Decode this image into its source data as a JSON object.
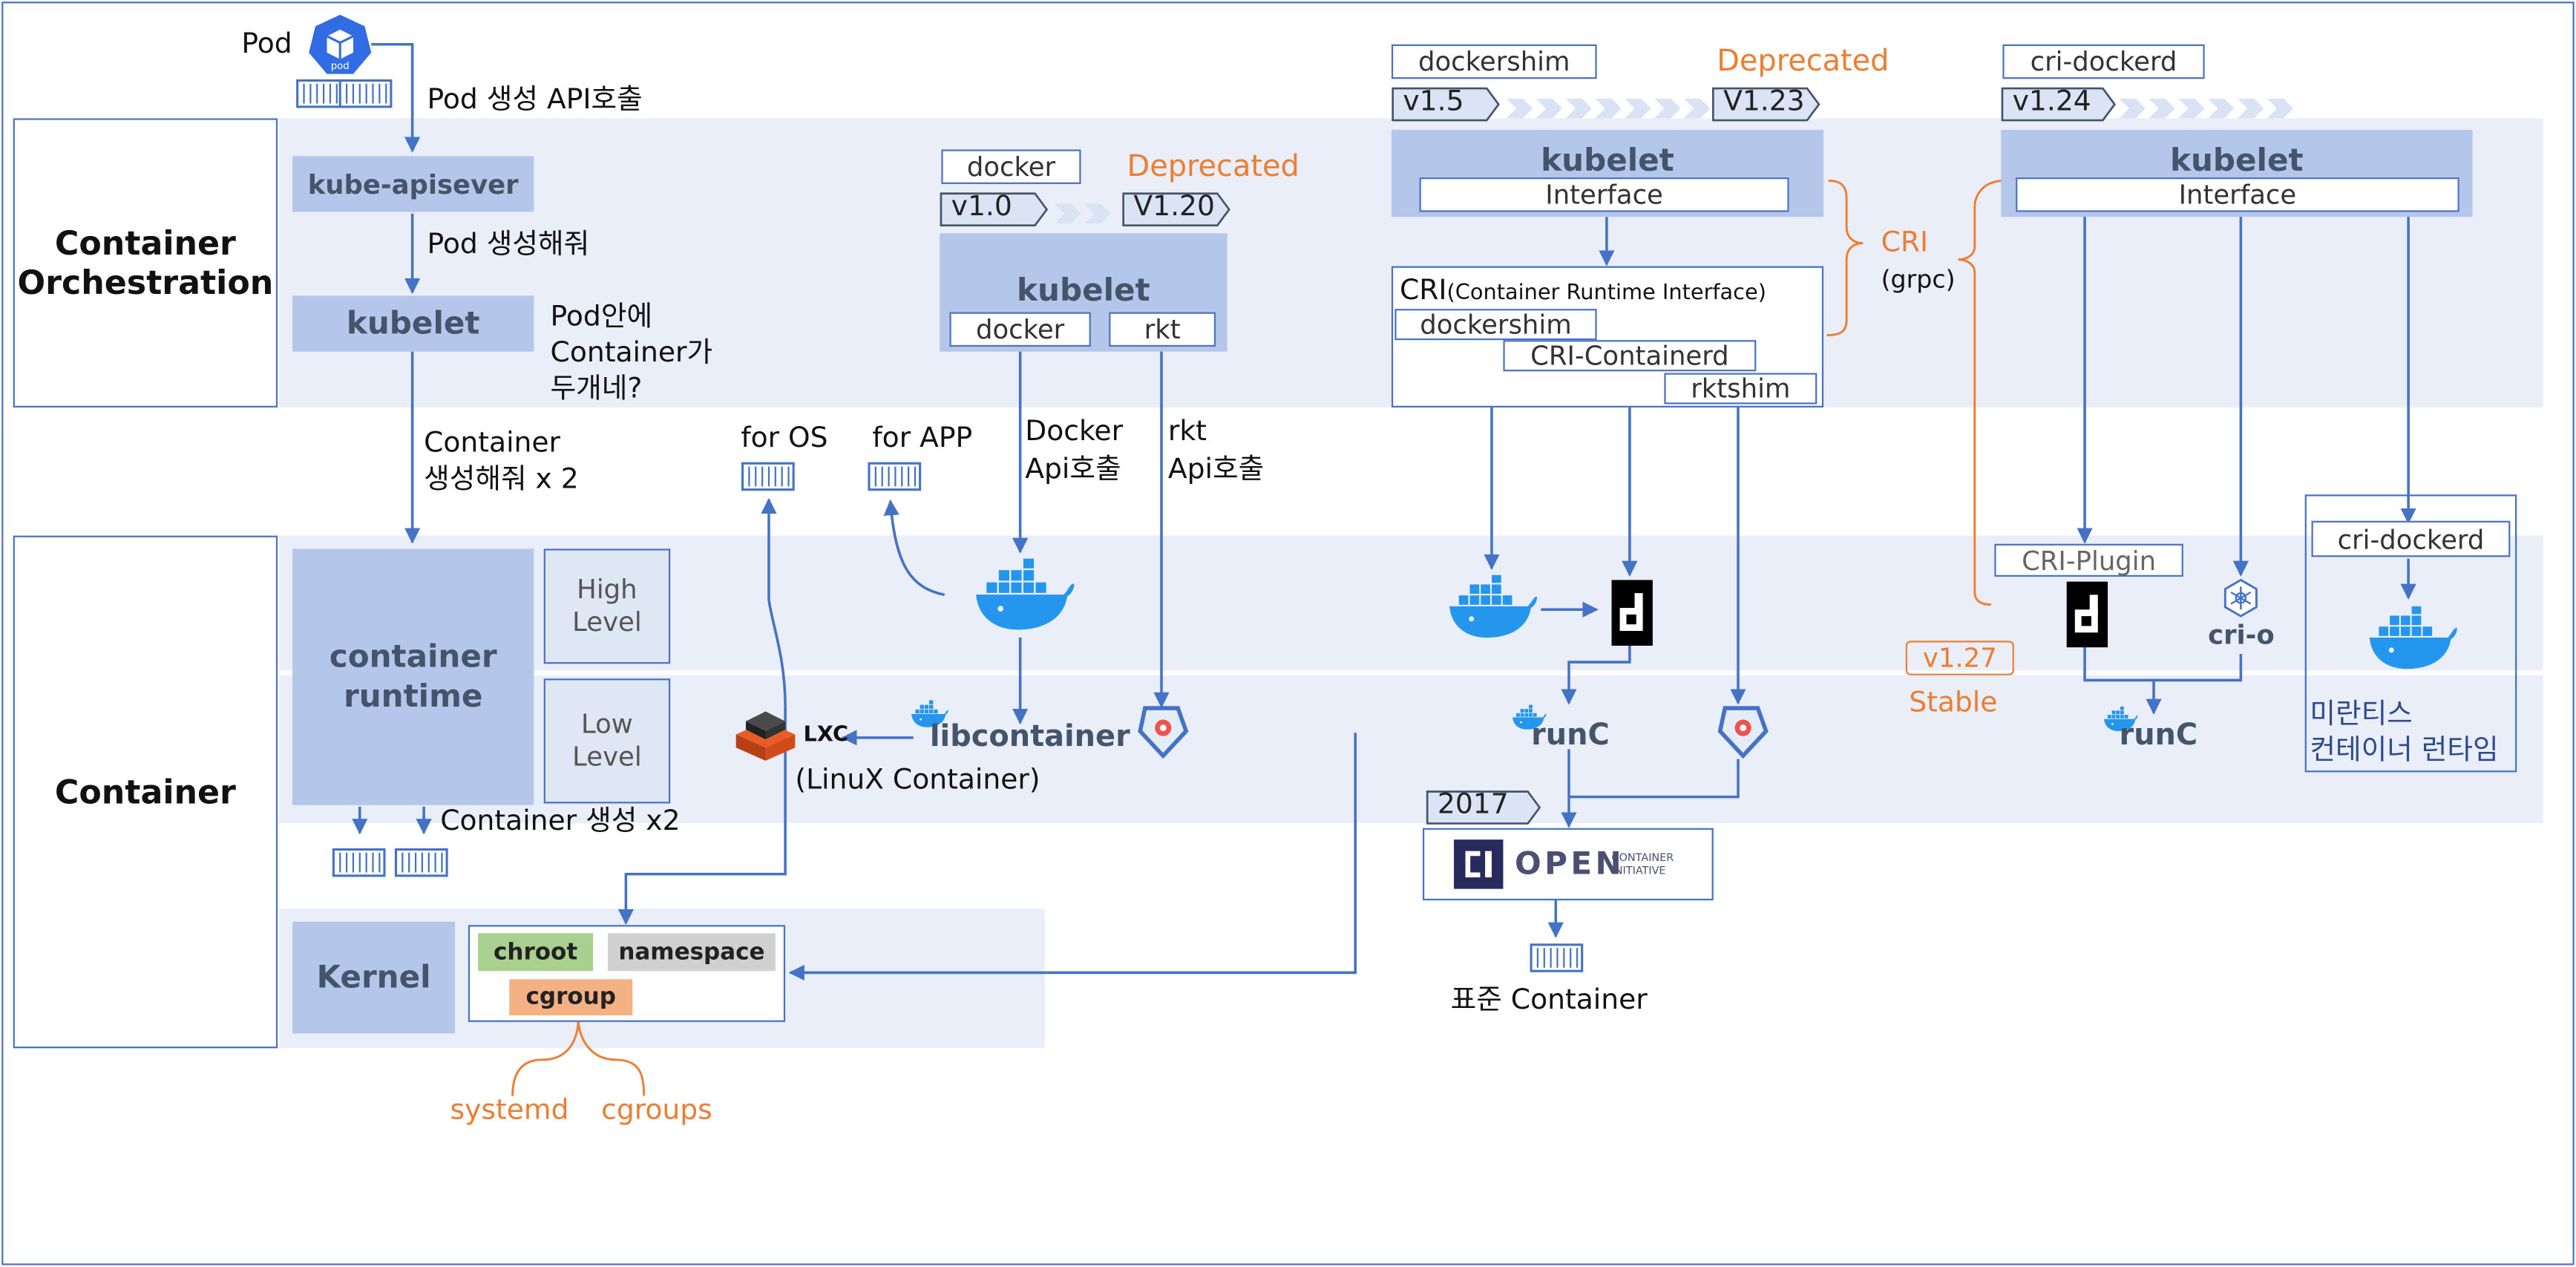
{
  "sections": {
    "orchestration": "Container\nOrchestration",
    "container": "Container"
  },
  "pod": {
    "label": "Pod",
    "icon_text": "pod",
    "api_call": "Pod 생성 API호출",
    "make_pod": "Pod 생성해줘",
    "question": "Pod안에\nContainer가\n두개네?",
    "make_container": "Container\n생성해줘 x 2"
  },
  "left": {
    "apiserver": "kube-apisever",
    "kubelet": "kubelet",
    "runtime": "container\nruntime",
    "high": "High\nLevel",
    "low": "Low\nLevel",
    "create_x2": "Container 생성 x2",
    "kernel": "Kernel",
    "chroot": "chroot",
    "namespace": "namespace",
    "cgroup": "cgroup",
    "systemd": "systemd",
    "cgroups": "cgroups"
  },
  "docker_era": {
    "name": "docker",
    "deprecated": "Deprecated",
    "v_from": "v1.0",
    "v_to": "V1.20",
    "kubelet": "kubelet",
    "docker": "docker",
    "rkt": "rkt",
    "docker_call": "Docker\nApi호출",
    "rkt_call": "rkt\nApi호출",
    "for_os": "for OS",
    "for_app": "for APP",
    "lxc": "LXC",
    "lxc_caption": "(LinuX Container)",
    "libcontainer": "libcontainer"
  },
  "dockershim_era": {
    "name": "dockershim",
    "deprecated": "Deprecated",
    "v_from": "v1.5",
    "v_to": "V1.23",
    "kubelet": "kubelet",
    "interface": "Interface",
    "cri_title": "CRI",
    "cri_sub": "(Container Runtime Interface)",
    "dockershim": "dockershim",
    "cri_containerd": "CRI-Containerd",
    "rktshim": "rktshim",
    "cri": "CRI",
    "grpc": "(grpc)",
    "runc": "runC",
    "year": "2017",
    "oci_main": "OPEN",
    "oci_sub": "CONTAINER\nINITIATIVE",
    "standard": "표준 Container"
  },
  "cri_dockerd_era": {
    "name": "cri-dockerd",
    "v_from": "v1.24",
    "kubelet": "kubelet",
    "interface": "Interface",
    "cri_plugin": "CRI-Plugin",
    "cri_o": "cri-o",
    "cri_dockerd": "cri-dockerd",
    "v127": "v1.27",
    "stable": "Stable",
    "runc": "runC",
    "mirantis": "미란티스\n컨테이너 런타임"
  },
  "colors": {
    "accent_blue": "#4472c4",
    "band": "#e9eef8",
    "box_blue": "#b4c6ea",
    "orange": "#ed7d31",
    "docker_blue": "#2496ed",
    "chroot_green": "#a9d08e",
    "namespace_gray": "#d0d0d0",
    "cgroup_peach": "#f4b183"
  },
  "icons": [
    "kubernetes-pod-icon",
    "container-icon",
    "docker-whale-icon",
    "rkt-icon",
    "lxc-icon",
    "containerd-icon",
    "cri-o-icon",
    "oci-logo"
  ]
}
